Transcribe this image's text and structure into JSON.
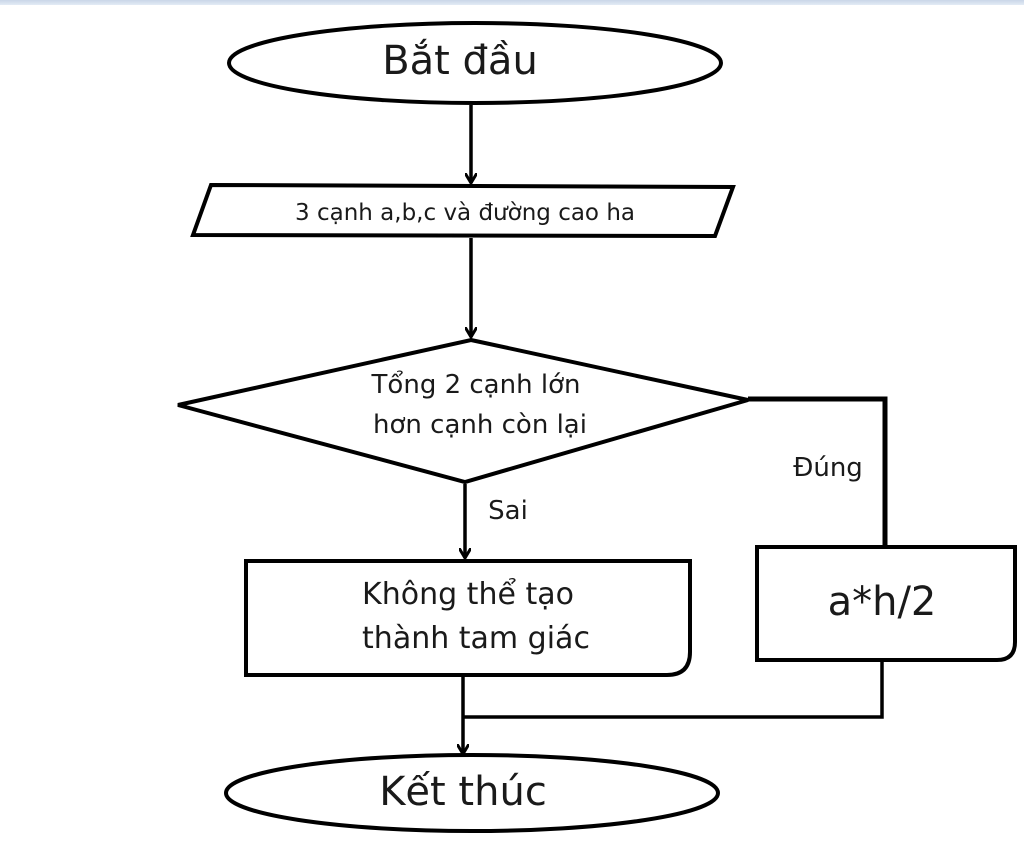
{
  "flowchart": {
    "start": "Bắt đầu",
    "input": "3 cạnh a,b,c và đường cao ha",
    "decision": [
      "Tổng 2 cạnh lớn",
      "hơn cạnh còn lại"
    ],
    "yes_label": "Đúng",
    "no_label": "Sai",
    "no_output": [
      "Không thể tạo",
      "thành tam giác"
    ],
    "yes_output": "a*h/2",
    "end": "Kết thúc"
  }
}
